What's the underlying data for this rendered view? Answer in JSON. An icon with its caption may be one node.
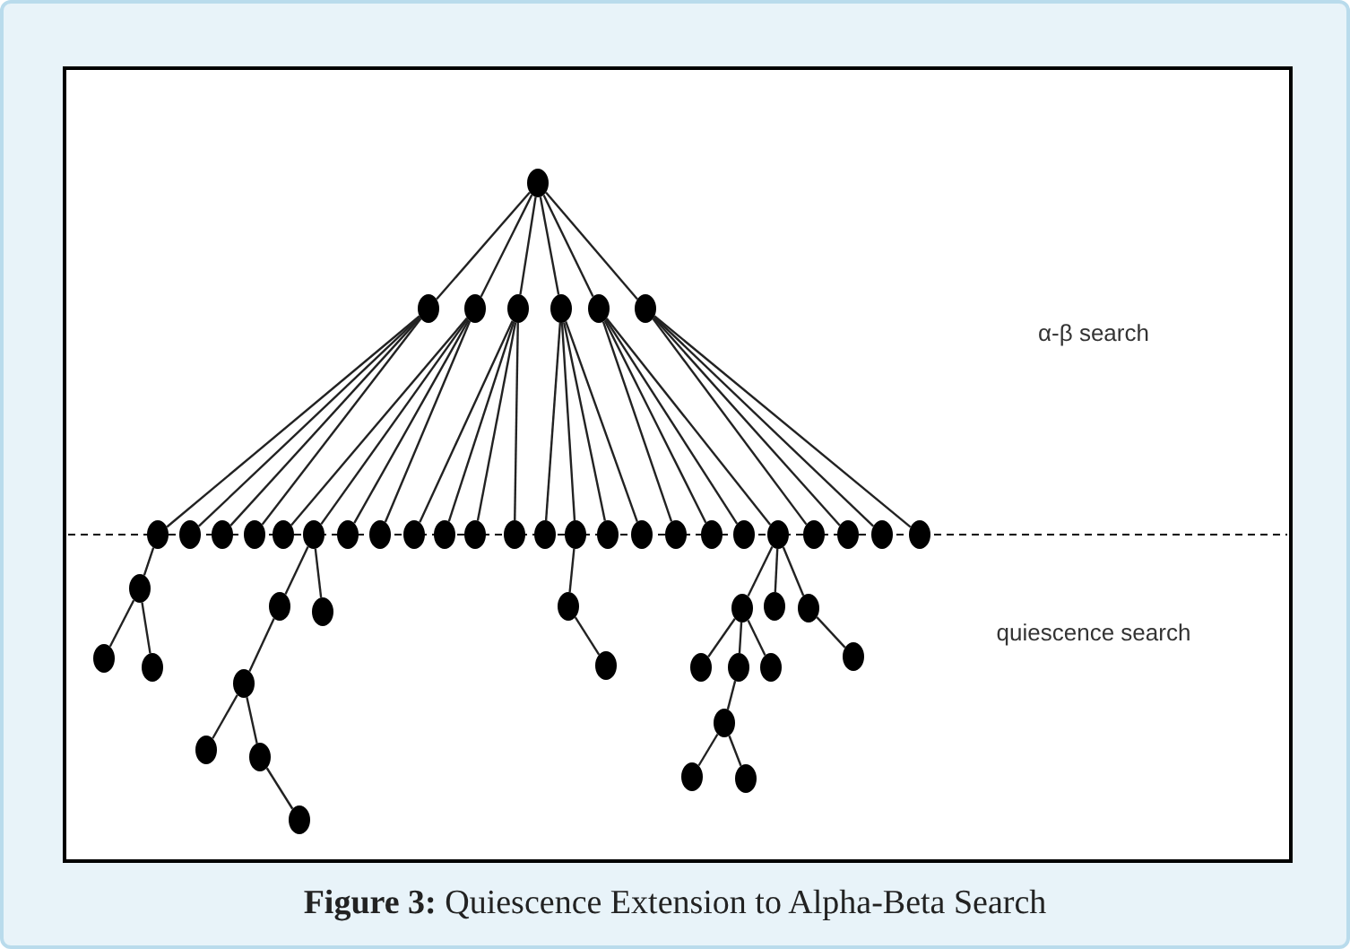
{
  "diagram": {
    "caption": "**Figure 3:** Quiescence Extension to Alpha-Beta Search",
    "nodes": [
      {
        "text": [],
        "shape": "circle"
      },
      {
        "text": [],
        "shape": "circle"
      },
      {
        "text": [],
        "shape": "circle"
      },
      {
        "text": [],
        "shape": "circle"
      },
      {
        "text": [],
        "shape": "circle"
      },
      {
        "text": [],
        "shape": "circle"
      },
      {
        "text": [],
        "shape": "circle"
      },
      {
        "text": [],
        "shape": "circle"
      },
      {
        "text": [],
        "shape": "circle"
      },
      {
        "text": [],
        "shape": "circle"
      },
      {
        "text": [],
        "shape": "circle"
      },
      {
        "text": [],
        "shape": "circle"
      },
      {
        "text": [],
        "shape": "circle"
      },
      {
        "text": [],
        "shape": "circle"
      },
      {
        "text": [],
        "shape": "circle"
      },
      {
        "text": [],
        "shape": "circle"
      },
      {
        "text": [],
        "shape": "circle"
      },
      {
        "text": [],
        "shape": "circle"
      },
      {
        "text": [],
        "shape": "circle"
      },
      {
        "text": [],
        "shape": "circle"
      },
      {
        "text": [],
        "shape": "circle"
      },
      {
        "text": [],
        "shape": "circle"
      },
      {
        "text": [],
        "shape": "circle"
      },
      {
        "text": [],
        "shape": "circle"
      },
      {
        "text": [],
        "shape": "circle"
      },
      {
        "text": [],
        "shape": "circle"
      },
      {
        "text": [],
        "shape": "circle"
      },
      {
        "text": [],
        "shape": "circle"
      },
      {
        "text": [],
        "shape": "circle"
      },
      {
        "text": [],
        "shape": "circle"
      },
      {
        "text": [],
        "shape": "circle"
      },
      {
        "text": [],
        "shape": "circle"
      },
      {
        "text": [],
        "shape": "circle"
      },
      {
        "text": [],
        "shape": "circle"
      },
      {
        "text": [],
        "shape": "circle"
      },
      {
        "text": [],
        "shape": "circle"
      },
      {
        "text": [],
        "shape": "circle"
      },
      {
        "text": [],
        "shape": "circle"
      },
      {
        "text": [],
        "shape": "circle"
      },
      {
        "text": [],
        "shape": "circle"
      },
      {
        "text": [],
        "shape": "circle"
      },
      {
        "text": [],
        "shape": "circle"
      },
      {
        "text": [],
        "shape": "circle"
      },
      {
        "text": [],
        "shape": "circle"
      },
      {
        "text": [],
        "shape": "circle"
      },
      {
        "text": [],
        "shape": "circle"
      },
      {
        "text": [],
        "shape": "circle"
      },
      {
        "text": [],
        "shape": "circle"
      },
      {
        "text": [],
        "shape": "circle"
      },
      {
        "text": [],
        "shape": "circle"
      },
      {
        "text": [],
        "shape": "circle"
      },
      {
        "text": [],
        "shape": "circle"
      }
    ],
    "edges": [
      {
        "from": 0,
        "to": 1,
        "arrow": "none"
      },
      {
        "from": 0,
        "to": 2,
        "arrow": "none"
      },
      {
        "from": 0,
        "to": 3,
        "arrow": "none"
      },
      {
        "from": 0,
        "to": 4,
        "arrow": "none"
      },
      {
        "from": 0,
        "to": 5,
        "arrow": "none"
      },
      {
        "from": 0,
        "to": 6,
        "arrow": "none"
      },
      {
        "from": 1,
        "to": 7,
        "arrow": "none"
      },
      {
        "from": 1,
        "to": 8,
        "arrow": "none"
      },
      {
        "from": 1,
        "to": 9,
        "arrow": "none"
      },
      {
        "from": 1,
        "to": 10,
        "arrow": "none"
      },
      {
        "from": 2,
        "to": 11,
        "arrow": "none"
      },
      {
        "from": 2,
        "to": 12,
        "arrow": "none"
      },
      {
        "from": 2,
        "to": 13,
        "arrow": "none"
      },
      {
        "from": 2,
        "to": 14,
        "arrow": "none"
      },
      {
        "from": 3,
        "to": 15,
        "arrow": "none"
      },
      {
        "from": 3,
        "to": 16,
        "arrow": "none"
      },
      {
        "from": 3,
        "to": 17,
        "arrow": "none"
      },
      {
        "from": 3,
        "to": 18,
        "arrow": "none"
      },
      {
        "from": 4,
        "to": 19,
        "arrow": "none"
      },
      {
        "from": 4,
        "to": 20,
        "arrow": "none"
      },
      {
        "from": 4,
        "to": 21,
        "arrow": "none"
      },
      {
        "from": 4,
        "to": 22,
        "arrow": "none"
      },
      {
        "from": 5,
        "to": 23,
        "arrow": "none"
      },
      {
        "from": 5,
        "to": 24,
        "arrow": "none"
      },
      {
        "from": 5,
        "to": 25,
        "arrow": "none"
      },
      {
        "from": 5,
        "to": 26,
        "arrow": "none"
      },
      {
        "from": 6,
        "to": 27,
        "arrow": "none"
      },
      {
        "from": 6,
        "to": 28,
        "arrow": "none"
      },
      {
        "from": 6,
        "to": 29,
        "arrow": "none"
      },
      {
        "from": 6,
        "to": 30,
        "arrow": "none"
      },
      {
        "from": 7,
        "to": 31,
        "arrow": "none"
      },
      {
        "from": 31,
        "to": 32,
        "arrow": "none"
      },
      {
        "from": 31,
        "to": 33,
        "arrow": "none"
      },
      {
        "from": 12,
        "to": 34,
        "arrow": "none"
      },
      {
        "from": 12,
        "to": 35,
        "arrow": "none"
      },
      {
        "from": 34,
        "to": 36,
        "arrow": "none"
      },
      {
        "from": 36,
        "to": 37,
        "arrow": "none"
      },
      {
        "from": 36,
        "to": 38,
        "arrow": "none"
      },
      {
        "from": 38,
        "to": 39,
        "arrow": "none"
      },
      {
        "from": 20,
        "to": 40,
        "arrow": "none"
      },
      {
        "from": 40,
        "to": 41,
        "arrow": "none"
      },
      {
        "from": 26,
        "to": 42,
        "arrow": "none"
      },
      {
        "from": 26,
        "to": 43,
        "arrow": "none"
      },
      {
        "from": 26,
        "to": 44,
        "arrow": "none"
      },
      {
        "from": 42,
        "to": 45,
        "arrow": "none"
      },
      {
        "from": 42,
        "to": 46,
        "arrow": "none"
      },
      {
        "from": 42,
        "to": 47,
        "arrow": "none"
      },
      {
        "from": 44,
        "to": 48,
        "arrow": "none"
      },
      {
        "from": 46,
        "to": 49,
        "arrow": "none"
      },
      {
        "from": 49,
        "to": 50,
        "arrow": "none"
      },
      {
        "from": 49,
        "to": 51,
        "arrow": "none"
      }
    ],
    "labels": [
      "α-β search",
      "quiescence search"
    ]
  }
}
